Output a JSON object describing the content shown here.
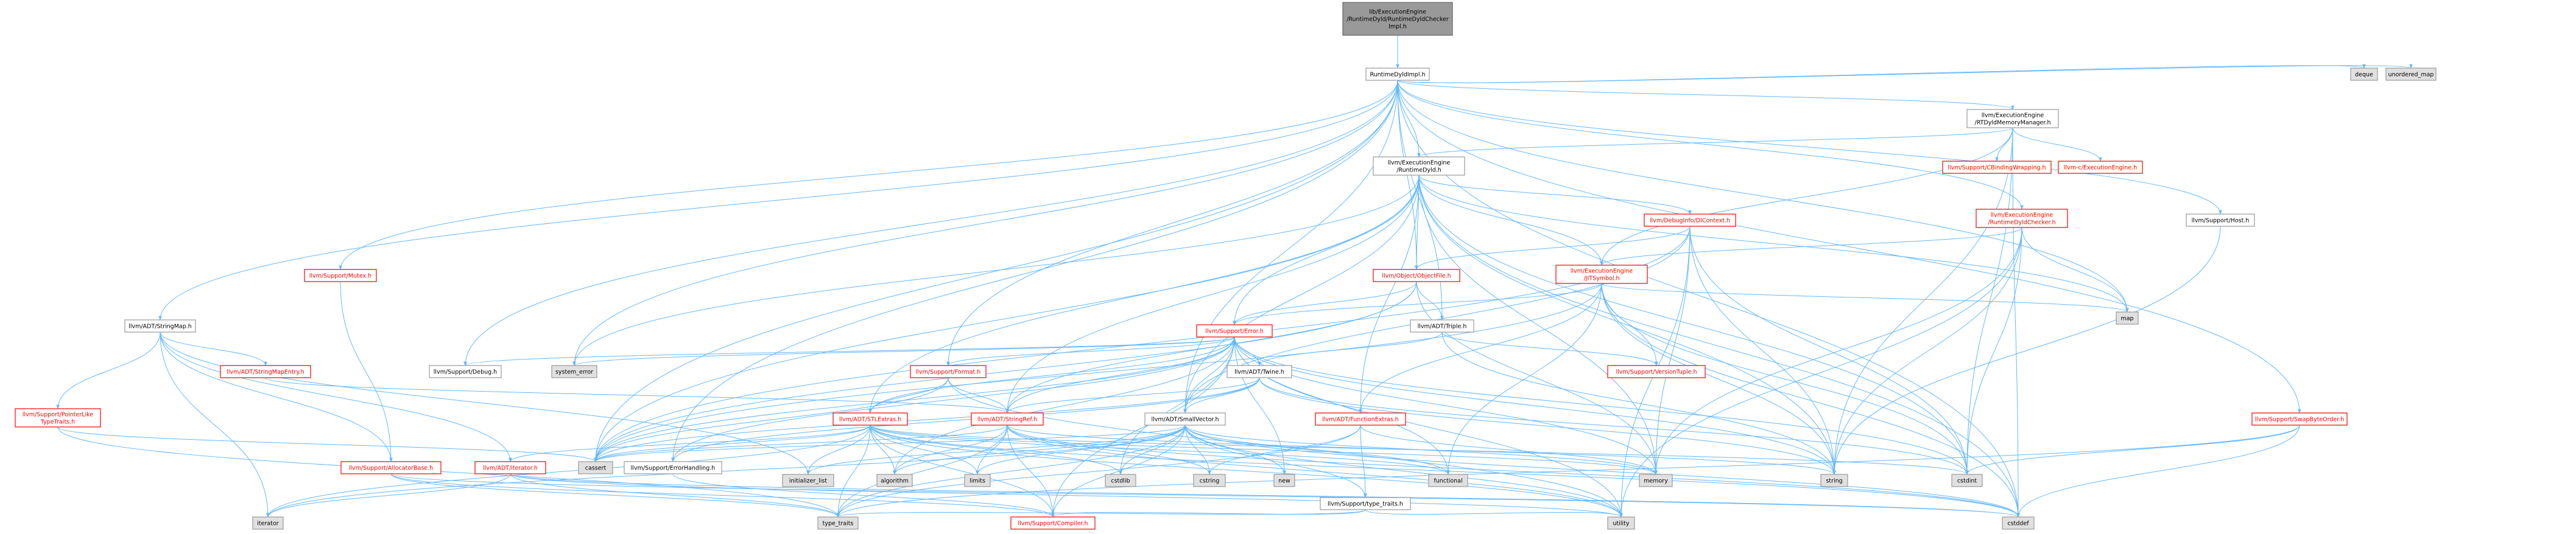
{
  "colors": {
    "background": "#ffffff",
    "edge": "#63b8ff",
    "node_fill": "#ffffff",
    "node_border": "#999999",
    "node_text": "#000000",
    "node_text_red": "#ff0000",
    "node_border_red": "#ff0000",
    "external_fill": "#e0e0e0",
    "external_border": "#999999",
    "root_fill": "#999999",
    "root_border": "#666666"
  },
  "nodes": [
    {
      "id": "root",
      "lines": [
        "lib/ExecutionEngine",
        "/RuntimeDyld/RuntimeDyldChecker",
        "Impl.h"
      ],
      "style": "root"
    },
    {
      "id": "rdi",
      "lines": [
        "RuntimeDyldImpl.h"
      ],
      "style": "normal"
    },
    {
      "id": "deque",
      "lines": [
        "deque"
      ],
      "style": "external"
    },
    {
      "id": "umap",
      "lines": [
        "unordered_map"
      ],
      "style": "external"
    },
    {
      "id": "smm",
      "lines": [
        "llvm/ExecutionEngine",
        "/RTDyldMemoryManager.h"
      ],
      "style": "normal"
    },
    {
      "id": "rd",
      "lines": [
        "llvm/ExecutionEngine",
        "/RuntimeDyld.h"
      ],
      "style": "normal"
    },
    {
      "id": "cbw",
      "lines": [
        "llvm/Support/CBindingWrapping.h"
      ],
      "style": "red"
    },
    {
      "id": "cee",
      "lines": [
        "llvm-c/ExecutionEngine.h"
      ],
      "style": "red"
    },
    {
      "id": "rdc",
      "lines": [
        "llvm/ExecutionEngine",
        "/RuntimeDyldChecker.h"
      ],
      "style": "red"
    },
    {
      "id": "host",
      "lines": [
        "llvm/Support/Host.h"
      ],
      "style": "normal"
    },
    {
      "id": "mutex",
      "lines": [
        "llvm/Support/Mutex.h"
      ],
      "style": "red"
    },
    {
      "id": "strmap",
      "lines": [
        "llvm/ADT/StringMap.h"
      ],
      "style": "normal"
    },
    {
      "id": "dicontext",
      "lines": [
        "llvm/DebugInfo/DIContext.h"
      ],
      "style": "red"
    },
    {
      "id": "objfile",
      "lines": [
        "llvm/Object/ObjectFile.h"
      ],
      "style": "red"
    },
    {
      "id": "jitsym",
      "lines": [
        "llvm/ExecutionEngine",
        "/JITSymbol.h"
      ],
      "style": "red"
    },
    {
      "id": "map",
      "lines": [
        "map"
      ],
      "style": "external"
    },
    {
      "id": "triple",
      "lines": [
        "llvm/ADT/Triple.h"
      ],
      "style": "normal"
    },
    {
      "id": "error",
      "lines": [
        "llvm/Support/Error.h"
      ],
      "style": "red"
    },
    {
      "id": "debug",
      "lines": [
        "llvm/Support/Debug.h"
      ],
      "style": "normal"
    },
    {
      "id": "syserr",
      "lines": [
        "system_error"
      ],
      "style": "external"
    },
    {
      "id": "format",
      "lines": [
        "llvm/Support/Format.h"
      ],
      "style": "red"
    },
    {
      "id": "twine",
      "lines": [
        "llvm/ADT/Twine.h"
      ],
      "style": "normal"
    },
    {
      "id": "vtuple",
      "lines": [
        "llvm/Support/VersionTuple.h"
      ],
      "style": "red"
    },
    {
      "id": "sme",
      "lines": [
        "llvm/ADT/StringMapEntry.h"
      ],
      "style": "red"
    },
    {
      "id": "plt",
      "lines": [
        "llvm/Support/PointerLike",
        "TypeTraits.h"
      ],
      "style": "red"
    },
    {
      "id": "stlextras",
      "lines": [
        "llvm/ADT/STLExtras.h"
      ],
      "style": "red"
    },
    {
      "id": "strref",
      "lines": [
        "llvm/ADT/StringRef.h"
      ],
      "style": "red"
    },
    {
      "id": "smallvec",
      "lines": [
        "llvm/ADT/SmallVector.h"
      ],
      "style": "normal"
    },
    {
      "id": "funcext",
      "lines": [
        "llvm/ADT/FunctionExtras.h"
      ],
      "style": "red"
    },
    {
      "id": "sbo",
      "lines": [
        "llvm/Support/SwapByteOrder.h"
      ],
      "style": "red"
    },
    {
      "id": "allocbase",
      "lines": [
        "llvm/Support/AllocatorBase.h"
      ],
      "style": "red"
    },
    {
      "id": "iterator",
      "lines": [
        "llvm/ADT/iterator.h"
      ],
      "style": "red"
    },
    {
      "id": "cassert",
      "lines": [
        "cassert"
      ],
      "style": "external"
    },
    {
      "id": "errh",
      "lines": [
        "llvm/Support/ErrorHandling.h"
      ],
      "style": "normal"
    },
    {
      "id": "initlist",
      "lines": [
        "initializer_list"
      ],
      "style": "external"
    },
    {
      "id": "algorithm",
      "lines": [
        "algorithm"
      ],
      "style": "external"
    },
    {
      "id": "limits",
      "lines": [
        "limits"
      ],
      "style": "external"
    },
    {
      "id": "cstdlib",
      "lines": [
        "cstdlib"
      ],
      "style": "external"
    },
    {
      "id": "cstring",
      "lines": [
        "cstring"
      ],
      "style": "external"
    },
    {
      "id": "new",
      "lines": [
        "new"
      ],
      "style": "external"
    },
    {
      "id": "typetraitsh",
      "lines": [
        "llvm/Support/type_traits.h"
      ],
      "style": "normal"
    },
    {
      "id": "functional",
      "lines": [
        "functional"
      ],
      "style": "external"
    },
    {
      "id": "memory",
      "lines": [
        "memory"
      ],
      "style": "external"
    },
    {
      "id": "string",
      "lines": [
        "string"
      ],
      "style": "external"
    },
    {
      "id": "cstdint",
      "lines": [
        "cstdint"
      ],
      "style": "external"
    },
    {
      "id": "iteratorstd",
      "lines": [
        "iterator"
      ],
      "style": "external"
    },
    {
      "id": "typetraits",
      "lines": [
        "type_traits"
      ],
      "style": "external"
    },
    {
      "id": "compiler",
      "lines": [
        "llvm/Support/Compiler.h"
      ],
      "style": "red"
    },
    {
      "id": "utility",
      "lines": [
        "utility"
      ],
      "style": "external"
    },
    {
      "id": "cstddef",
      "lines": [
        "cstddef"
      ],
      "style": "external"
    }
  ],
  "edges": [
    [
      "root",
      "rdi"
    ],
    [
      "rdi",
      "deque"
    ],
    [
      "rdi",
      "umap"
    ],
    [
      "rdi",
      "smm"
    ],
    [
      "rdi",
      "rd"
    ],
    [
      "rdi",
      "rdc"
    ],
    [
      "rdi",
      "host"
    ],
    [
      "rdi",
      "mutex"
    ],
    [
      "rdi",
      "strmap"
    ],
    [
      "rdi",
      "map"
    ],
    [
      "rdi",
      "objfile"
    ],
    [
      "rdi",
      "triple"
    ],
    [
      "rdi",
      "debug"
    ],
    [
      "rdi",
      "format"
    ],
    [
      "rdi",
      "syserr"
    ],
    [
      "rdi",
      "smallvec"
    ],
    [
      "rdi",
      "sbo"
    ],
    [
      "rdi",
      "cassert"
    ],
    [
      "rdi",
      "errh"
    ],
    [
      "rdi",
      "cstddef"
    ],
    [
      "smm",
      "cbw"
    ],
    [
      "smm",
      "cee"
    ],
    [
      "smm",
      "rd"
    ],
    [
      "smm",
      "jitsym"
    ],
    [
      "smm",
      "cstddef"
    ],
    [
      "smm",
      "cstdint"
    ],
    [
      "smm",
      "string"
    ],
    [
      "rd",
      "dicontext"
    ],
    [
      "rd",
      "objfile"
    ],
    [
      "rd",
      "jitsym"
    ],
    [
      "rd",
      "funcext"
    ],
    [
      "rd",
      "stlextras"
    ],
    [
      "rd",
      "strref"
    ],
    [
      "rd",
      "error"
    ],
    [
      "rd",
      "map"
    ],
    [
      "rd",
      "memory"
    ],
    [
      "rd",
      "string"
    ],
    [
      "rd",
      "syserr"
    ],
    [
      "rd",
      "cassert"
    ],
    [
      "rd",
      "cstddef"
    ],
    [
      "rd",
      "cstdint"
    ],
    [
      "rd",
      "smallvec"
    ],
    [
      "rdc",
      "jitsym"
    ],
    [
      "rdc",
      "map"
    ],
    [
      "rdc",
      "memory"
    ],
    [
      "rdc",
      "string"
    ],
    [
      "rdc",
      "utility"
    ],
    [
      "rdc",
      "cstdint"
    ],
    [
      "host",
      "string"
    ],
    [
      "mutex",
      "allocbase"
    ],
    [
      "strmap",
      "sme"
    ],
    [
      "strmap",
      "plt"
    ],
    [
      "strmap",
      "iterator"
    ],
    [
      "strmap",
      "allocbase"
    ],
    [
      "strmap",
      "iteratorstd"
    ],
    [
      "strmap",
      "initlist"
    ],
    [
      "dicontext",
      "objfile"
    ],
    [
      "dicontext",
      "smallvec"
    ],
    [
      "dicontext",
      "memory"
    ],
    [
      "dicontext",
      "string"
    ],
    [
      "dicontext",
      "cstdint"
    ],
    [
      "dicontext",
      "utility"
    ],
    [
      "dicontext",
      "cassert"
    ],
    [
      "objfile",
      "triple"
    ],
    [
      "objfile",
      "error"
    ],
    [
      "objfile",
      "strref"
    ],
    [
      "objfile",
      "memory"
    ],
    [
      "objfile",
      "cassert"
    ],
    [
      "objfile",
      "system_error"
    ],
    [
      "jitsym",
      "error"
    ],
    [
      "jitsym",
      "funcext"
    ],
    [
      "jitsym",
      "vtuple"
    ],
    [
      "jitsym",
      "cstddef"
    ],
    [
      "jitsym",
      "cstdint"
    ],
    [
      "jitsym",
      "string"
    ],
    [
      "jitsym",
      "map"
    ],
    [
      "jitsym",
      "functional"
    ],
    [
      "jitsym",
      "cassert"
    ],
    [
      "triple",
      "twine"
    ],
    [
      "triple",
      "vtuple"
    ],
    [
      "triple",
      "string"
    ],
    [
      "error",
      "format"
    ],
    [
      "error",
      "twine"
    ],
    [
      "error",
      "stlextras"
    ],
    [
      "error",
      "strref"
    ],
    [
      "error",
      "smallvec"
    ],
    [
      "error",
      "debug"
    ],
    [
      "error",
      "errh"
    ],
    [
      "error",
      "cassert"
    ],
    [
      "error",
      "cstdint"
    ],
    [
      "error",
      "cstdlib"
    ],
    [
      "error",
      "functional"
    ],
    [
      "error",
      "memory"
    ],
    [
      "error",
      "new"
    ],
    [
      "error",
      "string"
    ],
    [
      "error",
      "syserr"
    ],
    [
      "error",
      "type_traits"
    ],
    [
      "error",
      "utility"
    ],
    [
      "error",
      "algorithm"
    ],
    [
      "error",
      "compiler"
    ],
    [
      "format",
      "strref"
    ],
    [
      "format",
      "stlextras"
    ],
    [
      "format",
      "cassert"
    ],
    [
      "format",
      "cstdio"
    ],
    [
      "format",
      "tuple"
    ],
    [
      "format",
      "utility"
    ],
    [
      "twine",
      "smallvec"
    ],
    [
      "twine",
      "strref"
    ],
    [
      "twine",
      "errh"
    ],
    [
      "twine",
      "cassert"
    ],
    [
      "twine",
      "cstdint"
    ],
    [
      "twine",
      "string"
    ],
    [
      "sme",
      "strref"
    ],
    [
      "plt",
      "typetraits"
    ],
    [
      "plt",
      "cassert"
    ],
    [
      "stlextras",
      "iterator"
    ],
    [
      "stlextras",
      "compiler"
    ],
    [
      "stlextras",
      "algorithm"
    ],
    [
      "stlextras",
      "cassert"
    ],
    [
      "stlextras",
      "cstddef"
    ],
    [
      "stlextras",
      "cstdint"
    ],
    [
      "stlextras",
      "cstdlib"
    ],
    [
      "stlextras",
      "functional"
    ],
    [
      "stlextras",
      "initlist"
    ],
    [
      "stlextras",
      "iteratorstd"
    ],
    [
      "stlextras",
      "limits"
    ],
    [
      "stlextras",
      "memory"
    ],
    [
      "stlextras",
      "utility"
    ],
    [
      "stlextras",
      "typetraits"
    ],
    [
      "strref",
      "compiler"
    ],
    [
      "strref",
      "algorithm"
    ],
    [
      "strref",
      "cassert"
    ],
    [
      "strref",
      "cstddef"
    ],
    [
      "strref",
      "cstring"
    ],
    [
      "strref",
      "limits"
    ],
    [
      "strref",
      "string"
    ],
    [
      "strref",
      "typetraits"
    ],
    [
      "strref",
      "utility"
    ],
    [
      "smallvec",
      "compiler"
    ],
    [
      "smallvec",
      "typetraitsh"
    ],
    [
      "smallvec",
      "algorithm"
    ],
    [
      "smallvec",
      "cassert"
    ],
    [
      "smallvec",
      "cstddef"
    ],
    [
      "smallvec",
      "cstdlib"
    ],
    [
      "smallvec",
      "cstring"
    ],
    [
      "smallvec",
      "functional"
    ],
    [
      "smallvec",
      "initlist"
    ],
    [
      "smallvec",
      "iteratorstd"
    ],
    [
      "smallvec",
      "limits"
    ],
    [
      "smallvec",
      "memory"
    ],
    [
      "smallvec",
      "new"
    ],
    [
      "smallvec",
      "typetraits"
    ],
    [
      "smallvec",
      "utility"
    ],
    [
      "funcext",
      "typetraitsh"
    ],
    [
      "funcext",
      "memory"
    ],
    [
      "funcext",
      "typetraits"
    ],
    [
      "funcext",
      "cstring"
    ],
    [
      "sbo",
      "cstddef"
    ],
    [
      "sbo",
      "cstdint"
    ],
    [
      "sbo",
      "typetraits"
    ],
    [
      "allocbase",
      "compiler"
    ],
    [
      "allocbase",
      "cstddef"
    ],
    [
      "allocbase",
      "typetraits"
    ],
    [
      "iterator",
      "iteratorstd"
    ],
    [
      "iterator",
      "cstddef"
    ],
    [
      "iterator",
      "typetraits"
    ],
    [
      "iterator",
      "utility"
    ],
    [
      "errh",
      "compiler"
    ],
    [
      "typetraitsh",
      "typetraits"
    ],
    [
      "typetraitsh",
      "utility"
    ],
    [
      "typetraitsh",
      "compiler"
    ],
    [
      "debug",
      "raw"
    ]
  ]
}
